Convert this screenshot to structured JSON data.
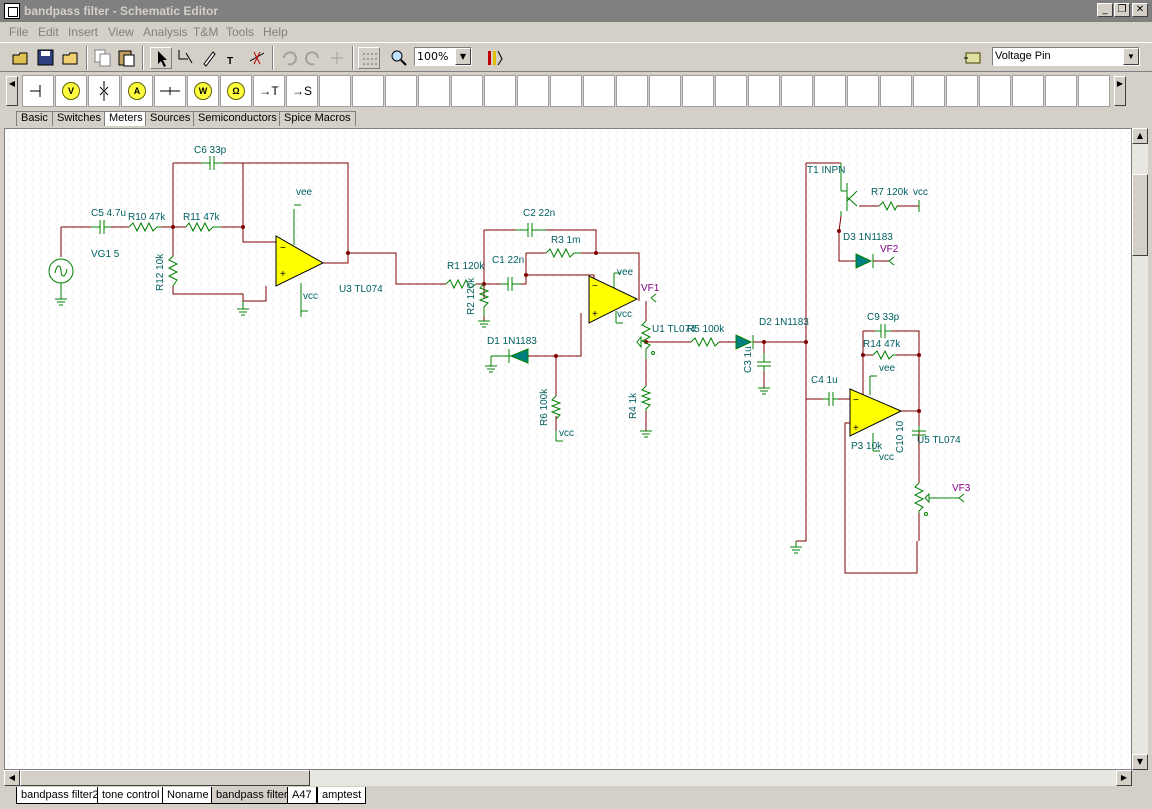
{
  "window": {
    "title": "bandpass filter - Schematic Editor"
  },
  "menu": [
    "File",
    "Edit",
    "Insert",
    "View",
    "Analysis",
    "T&M",
    "Tools",
    "Help"
  ],
  "toolbar": {
    "zoom_value": "100%",
    "pin_type": "Voltage Pin"
  },
  "palette": {
    "items": [
      "→T",
      "→S"
    ]
  },
  "component_tabs": [
    "Basic",
    "Switches",
    "Meters",
    "Sources",
    "Semiconductors",
    "Spice Macros"
  ],
  "active_component_tab": "Meters",
  "bottom_tabs": [
    "bandpass filter2",
    "tone control",
    "Noname",
    "bandpass filter",
    "A47",
    "amptest"
  ],
  "active_bottom_tab": "bandpass filter",
  "schematic": {
    "labels": {
      "c6": "C6 33p",
      "vee1": "vee",
      "c5": "C5 4.7u",
      "r10": "R10 47k",
      "r11": "R11 47k",
      "vg1": "VG1 5",
      "r12": "R12 10k",
      "vcc1": "vcc",
      "u3": "U3 TL074",
      "c2": "C2 22n",
      "r3": "R3 1m",
      "r1": "R1 120k",
      "c1": "C1 22n",
      "r2": "R2 120k",
      "vee2": "vee",
      "vf1": "VF1",
      "vcc2": "vcc",
      "d1": "D1 1N1183",
      "u1": "U1 TL074",
      "r5": "R5 100k",
      "r6": "R6 100k",
      "vcc3": "vcc",
      "r4": "R4 1k",
      "t1": "T1 INPN",
      "r7": "R7 120k",
      "vcc4": "vcc",
      "d3": "D3 1N1183",
      "vf2": "VF2",
      "d2": "D2 1N1183",
      "c3": "C3 1u",
      "c9": "C9 33p",
      "r14": "R14 47k",
      "c4": "C4 1u",
      "vee3": "vee",
      "c10": "C10 10",
      "u5": "U5 TL074",
      "p3": "P3 10k",
      "vcc5": "vcc",
      "vf3": "VF3"
    }
  },
  "colors": {
    "wire": "#800000",
    "component": "#008000",
    "label": "#006060",
    "probe": "#800080",
    "opamp_fill": "#ffff00"
  }
}
